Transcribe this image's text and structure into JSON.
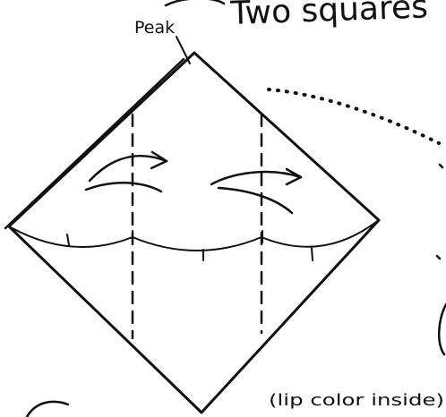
{
  "labels": {
    "title_fragment": "Two squares",
    "peak": "Peak",
    "note": "(lip color inside)"
  }
}
